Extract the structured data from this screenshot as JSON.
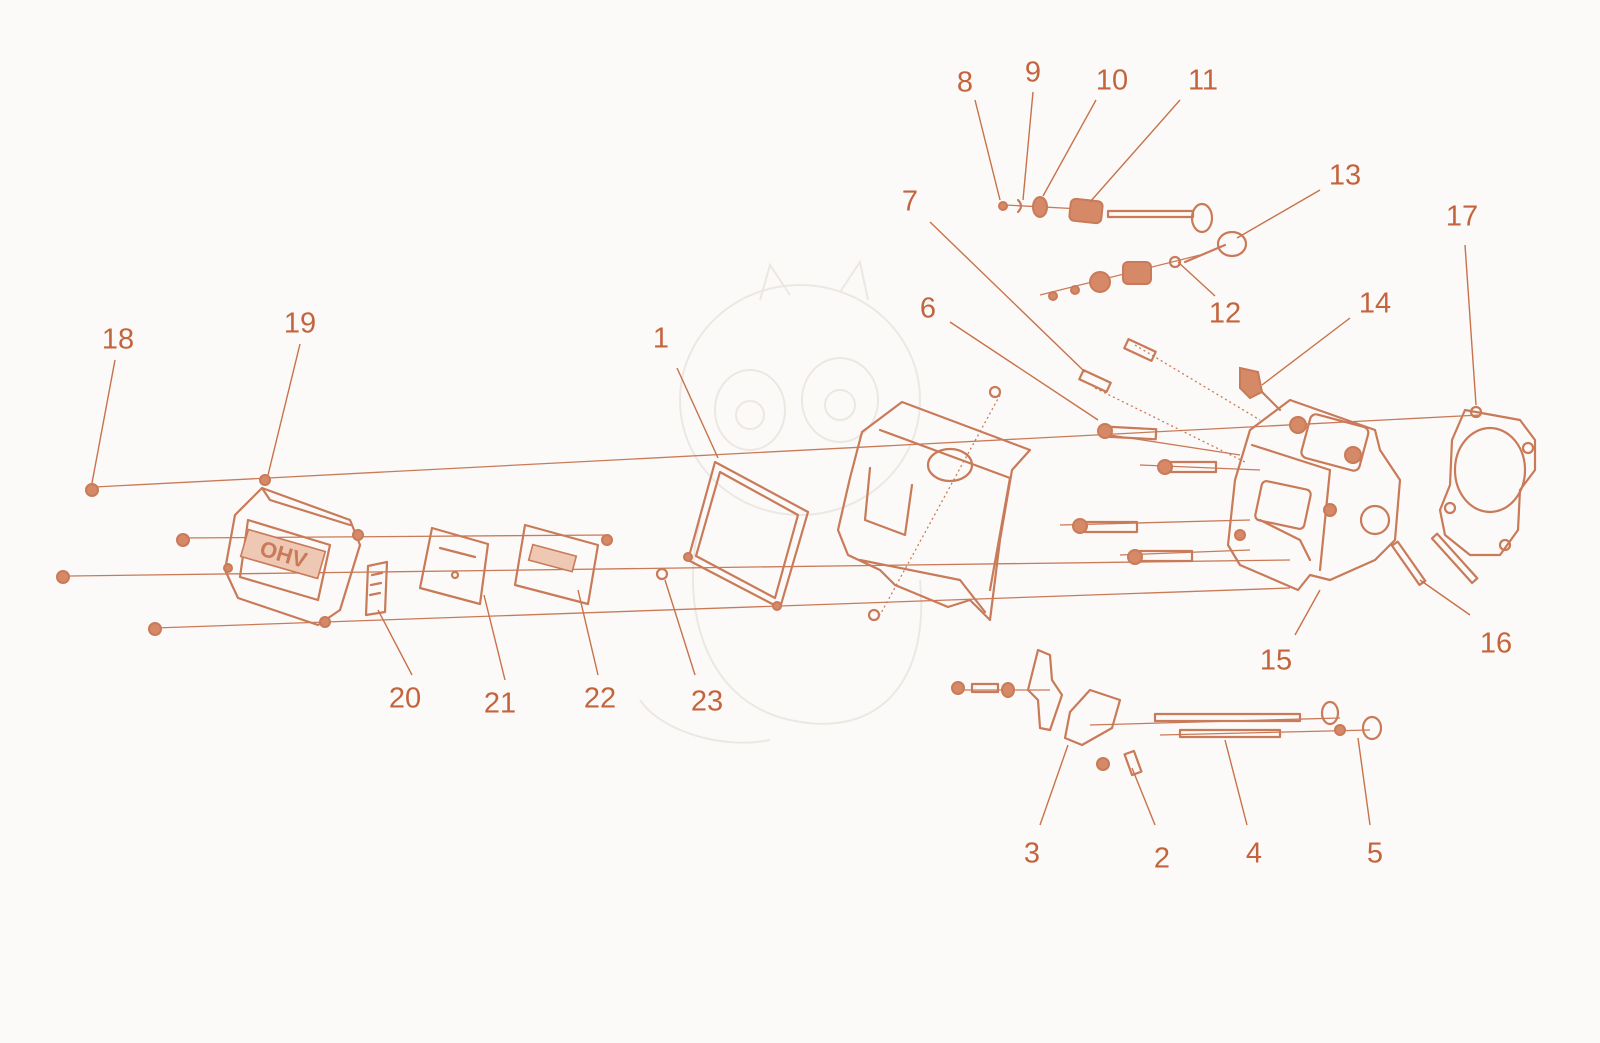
{
  "diagram": {
    "colors": {
      "line": "#c97a58",
      "text": "#c4643d",
      "background": "#fbfaf8"
    },
    "cover_lettering": "OHV",
    "callouts": [
      {
        "id": "1",
        "label": "1"
      },
      {
        "id": "2",
        "label": "2"
      },
      {
        "id": "3",
        "label": "3"
      },
      {
        "id": "4",
        "label": "4"
      },
      {
        "id": "5",
        "label": "5"
      },
      {
        "id": "6",
        "label": "6"
      },
      {
        "id": "7",
        "label": "7"
      },
      {
        "id": "8",
        "label": "8"
      },
      {
        "id": "9",
        "label": "9"
      },
      {
        "id": "10",
        "label": "10"
      },
      {
        "id": "11",
        "label": "11"
      },
      {
        "id": "12",
        "label": "12"
      },
      {
        "id": "13",
        "label": "13"
      },
      {
        "id": "14",
        "label": "14"
      },
      {
        "id": "15",
        "label": "15"
      },
      {
        "id": "16",
        "label": "16"
      },
      {
        "id": "17",
        "label": "17"
      },
      {
        "id": "18",
        "label": "18"
      },
      {
        "id": "19",
        "label": "19"
      },
      {
        "id": "20",
        "label": "20"
      },
      {
        "id": "21",
        "label": "21"
      },
      {
        "id": "22",
        "label": "22"
      },
      {
        "id": "23",
        "label": "23"
      }
    ]
  }
}
